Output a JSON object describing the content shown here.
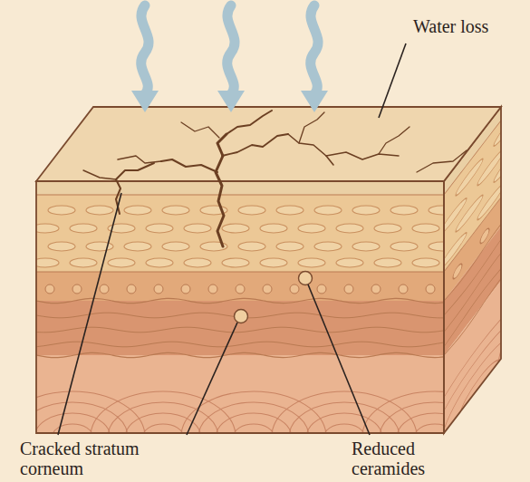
{
  "diagram": {
    "labels": [
      "Water loss",
      "Cracked stratum corneum",
      "Reduced ceramides"
    ]
  }
}
